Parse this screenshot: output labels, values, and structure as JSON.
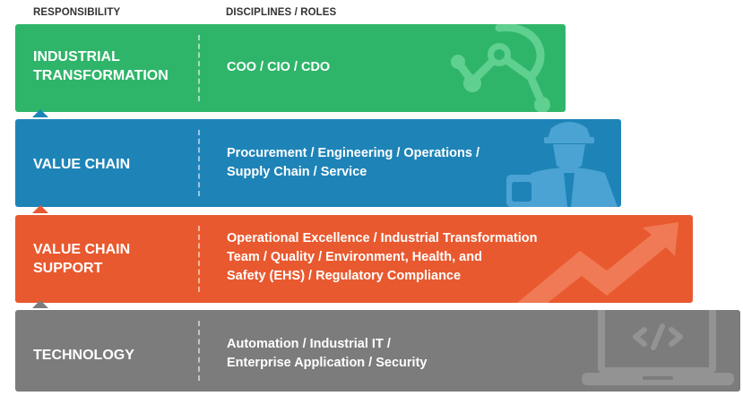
{
  "headers": {
    "responsibility": "RESPONSIBILITY",
    "disciplines": "DISCIPLINES / ROLES"
  },
  "tiers": [
    {
      "responsibility": "INDUSTRIAL\nTRANSFORMATION",
      "roles": "COO / CIO / CDO",
      "color": "#2fb56a",
      "icon": "network-nodes-icon"
    },
    {
      "responsibility": "VALUE CHAIN",
      "roles": "Procurement / Engineering / Operations /\nSupply Chain / Service",
      "color": "#1e84b8",
      "icon": "worker-hardhat-icon"
    },
    {
      "responsibility": "VALUE CHAIN\nSUPPORT",
      "roles": "Operational Excellence / Industrial Transformation\nTeam / Quality / Environment, Health, and\nSafety (EHS) / Regulatory Compliance",
      "color": "#e9592f",
      "icon": "trend-up-arrow-icon"
    },
    {
      "responsibility": "TECHNOLOGY",
      "roles": "Automation / Industrial IT  /\nEnterprise Application / Security",
      "color": "#7c7c7c",
      "icon": "laptop-code-icon"
    }
  ]
}
